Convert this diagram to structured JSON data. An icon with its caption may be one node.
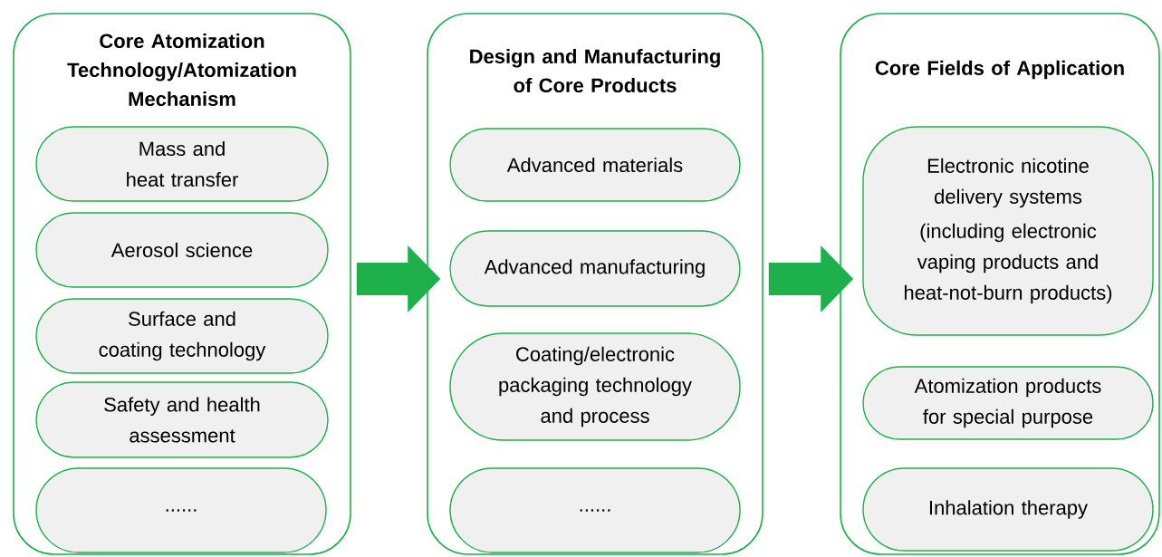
{
  "diagram": {
    "nodes": [
      {
        "text": [
          "Core Atomization Technology/Atomization Mechanism"
        ]
      },
      {
        "text": [
          "Mass and heat transfer"
        ],
        "in": 0
      },
      {
        "text": [
          "Aerosol science"
        ],
        "in": 0
      },
      {
        "text": [
          "Surface and coating technology"
        ],
        "in": 0
      },
      {
        "text": [
          "Safety and health assessment"
        ],
        "in": 0
      },
      {
        "text": [
          "......"
        ],
        "in": 0
      },
      {
        "text": [
          "Design and Manufacturing of Core Products"
        ]
      },
      {
        "text": [
          "Advanced materials"
        ],
        "in": 6
      },
      {
        "text": [
          "Advanced manufacturing"
        ],
        "in": 6
      },
      {
        "text": [
          "Coating/electronic packaging technology and process"
        ],
        "in": 6
      },
      {
        "text": [
          "......"
        ],
        "in": 6
      },
      {
        "text": [
          "Core Fields of Application"
        ]
      },
      {
        "text": [
          "Electronic nicotine delivery systems",
          "(including electronic vaping products and heat-not-burn products)"
        ],
        "in": 11
      },
      {
        "text": [
          "Atomization products for special purpose"
        ],
        "in": 11
      },
      {
        "text": [
          "Inhalation therapy"
        ],
        "in": 11
      }
    ],
    "edges": [
      {
        "from": 0,
        "to": 6,
        "arrow": "to"
      },
      {
        "from": 6,
        "to": 11,
        "arrow": "to"
      }
    ]
  }
}
